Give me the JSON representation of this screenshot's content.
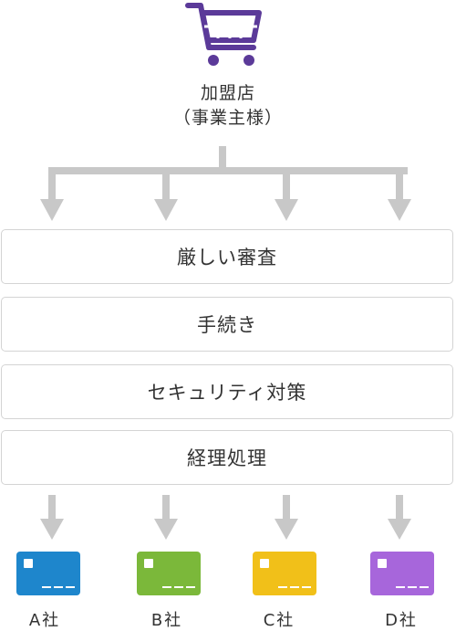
{
  "merchant": {
    "title": "加盟店",
    "subtitle": "（事業主様）",
    "icon": "shopping-cart-icon",
    "icon_color": "#5b3a99"
  },
  "steps": [
    {
      "label": "厳しい審査"
    },
    {
      "label": "手続き"
    },
    {
      "label": "セキュリティ対策"
    },
    {
      "label": "経理処理"
    }
  ],
  "arrow_color": "#c8c8c8",
  "companies": [
    {
      "label": "A社",
      "card_color": "#1e86cc",
      "icon": "credit-card-icon"
    },
    {
      "label": "B社",
      "card_color": "#7bb83a",
      "icon": "credit-card-icon"
    },
    {
      "label": "C社",
      "card_color": "#f1c019",
      "icon": "credit-card-icon"
    },
    {
      "label": "D社",
      "card_color": "#a766db",
      "icon": "credit-card-icon"
    }
  ]
}
